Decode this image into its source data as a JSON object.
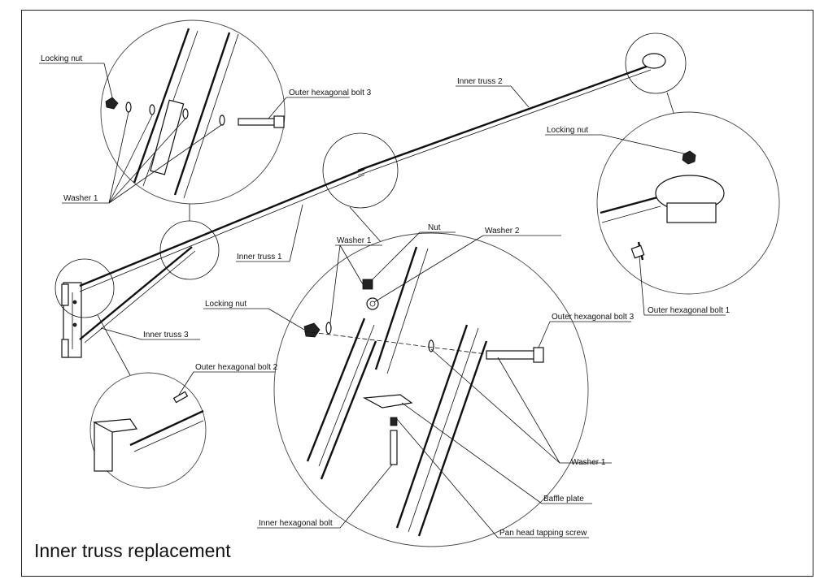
{
  "title": "Inner truss replacement",
  "labels": {
    "locking_nut_top": "Locking nut",
    "outer_bolt_3_top": "Outer hexagonal bolt 3",
    "washer_1_left": "Washer 1",
    "inner_truss_2": "Inner truss 2",
    "locking_nut_right": "Locking nut",
    "outer_bolt_1": "Outer hexagonal bolt 1",
    "inner_truss_1": "Inner truss 1",
    "inner_truss_3": "Inner truss 3",
    "nut": "Nut",
    "washer_1_center": "Washer 1",
    "washer_2": "Washer 2",
    "locking_nut_center": "Locking nut",
    "outer_bolt_3_center": "Outer hexagonal bolt 3",
    "outer_bolt_2": "Outer hexagonal bolt 2",
    "washer_1_bottom": "Washer 1",
    "baffle_plate": "Baffle plate",
    "inner_hex_bolt": "Inner hexagonal bolt",
    "pan_head_screw": "Pan head tapping screw"
  }
}
